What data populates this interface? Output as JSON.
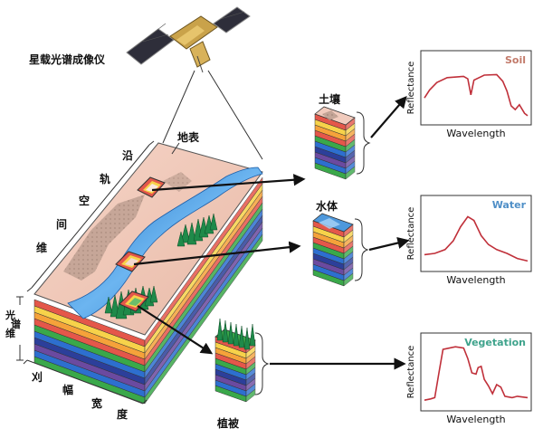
{
  "satellite": {
    "label": "星载光谱成像仪"
  },
  "surface_label": "地表",
  "along_track_chars": [
    "沿",
    "轨",
    "空",
    "间",
    "维"
  ],
  "spectral_dim_label": "光谱维",
  "cross_track_chars": [
    "刈",
    "幅",
    "宽",
    "度"
  ],
  "stacks": {
    "soil": {
      "label": "土壤"
    },
    "water": {
      "label": "水体"
    },
    "vegetation": {
      "label": "植被"
    }
  },
  "plots": [
    {
      "id": "soil",
      "title": "Soil",
      "title_color": "#c27a6a",
      "xlabel": "Wavelength",
      "ylabel": "Reflectance"
    },
    {
      "id": "water",
      "title": "Water",
      "title_color": "#4f8fc7",
      "xlabel": "Wavelength",
      "ylabel": "Reflectance"
    },
    {
      "id": "vegetation",
      "title": "Vegetation",
      "title_color": "#3fa38c",
      "xlabel": "Wavelength",
      "ylabel": "Reflectance"
    }
  ],
  "colors": {
    "curve": "#c0303a",
    "arrow": "#111111",
    "water": "#3a87d0",
    "terrain": "#f2d2c2"
  }
}
